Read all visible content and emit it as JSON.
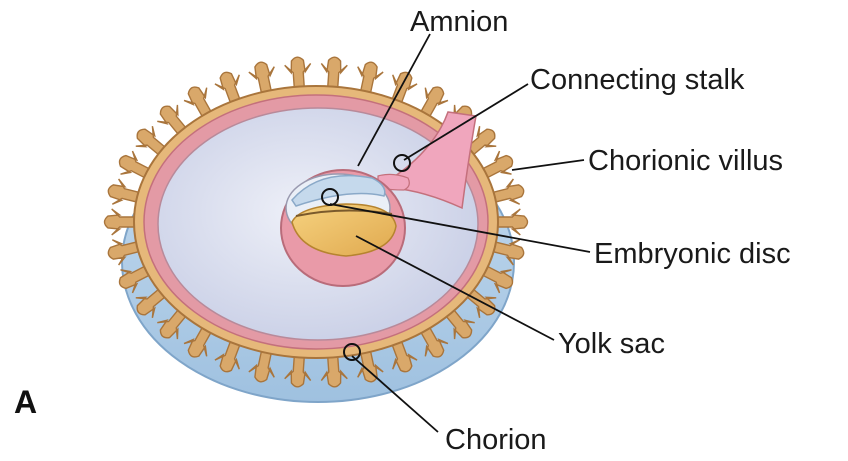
{
  "panel_letter": "A",
  "labels": {
    "amnion": "Amnion",
    "connecting_stalk": "Connecting stalk",
    "chorionic_villus": "Chorionic villus",
    "embryonic_disc": "Embryonic disc",
    "yolk_sac": "Yolk sac",
    "chorion": "Chorion"
  },
  "colors": {
    "villus": "#d9a86a",
    "villus_outline": "#a9753c",
    "chorion_ring": "#d98b96",
    "cavity": "#dfe2f0",
    "connecting_stalk": "#f0a6bd",
    "yolk_sac": "#f3c870",
    "amnion": "#c5d9ec",
    "lower_shell": "#b7d2ea"
  }
}
